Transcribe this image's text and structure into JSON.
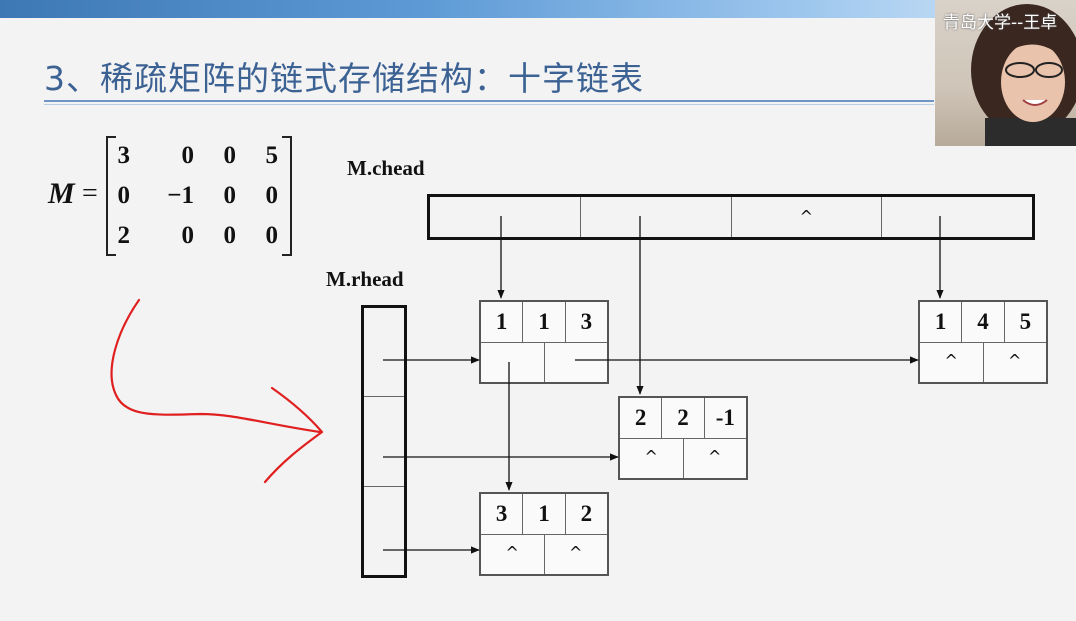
{
  "slide": {
    "title": "3、稀疏矩阵的链式存储结构：十字链表"
  },
  "matrix": {
    "label": "M",
    "equals": "=",
    "rows": [
      [
        "3",
        "0",
        "0",
        "5"
      ],
      [
        "0",
        "−1",
        "0",
        "0"
      ],
      [
        "2",
        "0",
        "0",
        "0"
      ]
    ]
  },
  "chead": {
    "label": "M.chead",
    "cells": [
      "",
      "",
      "^",
      ""
    ]
  },
  "rhead": {
    "label": "M.rhead"
  },
  "nodes": [
    {
      "name": "node-1-1",
      "row": "1",
      "col": "1",
      "val": "3",
      "down": "",
      "right": ""
    },
    {
      "name": "node-1-4",
      "row": "1",
      "col": "4",
      "val": "5",
      "down": "^",
      "right": "^"
    },
    {
      "name": "node-2-2",
      "row": "2",
      "col": "2",
      "val": "-1",
      "down": "^",
      "right": "^"
    },
    {
      "name": "node-3-1",
      "row": "3",
      "col": "1",
      "val": "2",
      "down": "^",
      "right": "^"
    }
  ],
  "webcam": {
    "caption": "青岛大学--王卓"
  },
  "colors": {
    "title": "#3c6294",
    "annotation": "#e02020",
    "band": "#5e9bd6"
  }
}
